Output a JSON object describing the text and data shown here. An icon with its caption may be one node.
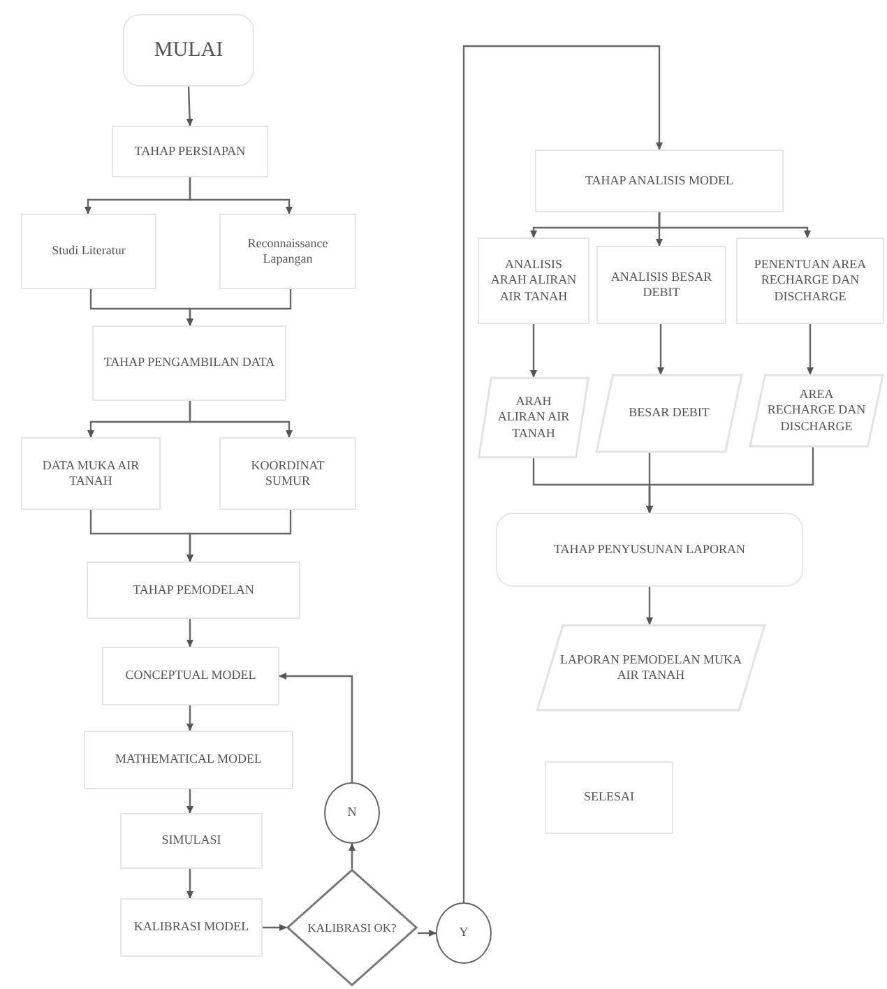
{
  "diagram": {
    "nodes": [
      {
        "text": [
          "MULAI"
        ]
      },
      {
        "text": [
          "TAHAP PERSIAPAN"
        ]
      },
      {
        "text": [
          "Studi Literatur"
        ]
      },
      {
        "text": [
          "Reconnaissance Lapangan"
        ]
      },
      {
        "text": [
          "TAHAP PENGAMBILAN DATA"
        ]
      },
      {
        "text": [
          "DATA MUKA AIR TANAH"
        ]
      },
      {
        "text": [
          "KOORDINAT SUMUR"
        ]
      },
      {
        "text": [
          "TAHAP PEMODELAN"
        ]
      },
      {
        "text": [
          "CONCEPTUAL MODEL"
        ]
      },
      {
        "text": [
          "MATHEMATICAL MODEL"
        ]
      },
      {
        "text": [
          "SIMULASI"
        ]
      },
      {
        "text": [
          "KALIBRASI MODEL"
        ]
      },
      {
        "text": [
          "KALIBRASI OK?"
        ]
      },
      {
        "text": [
          "N"
        ]
      },
      {
        "text": [
          "Y"
        ]
      },
      {
        "text": [
          "TAHAP ANALISIS MODEL"
        ]
      },
      {
        "text": [
          "ANALISIS ARAH ALIRAN AIR TANAH"
        ]
      },
      {
        "text": [
          "ANALISIS BESAR DEBIT"
        ]
      },
      {
        "text": [
          "PENENTUAN AREA RECHARGE DAN DISCHARGE"
        ]
      },
      {
        "text": [
          "ARAH ALIRAN AIR TANAH"
        ]
      },
      {
        "text": [
          "BESAR DEBIT"
        ]
      },
      {
        "text": [
          "AREA RECHARGE DAN DISCHARGE"
        ]
      },
      {
        "text": [
          "TAHAP PENYUSUNAN LAPORAN"
        ]
      },
      {
        "text": [
          "LAPORAN PEMODELAN MUKA AIR TANAH"
        ]
      },
      {
        "text": [
          "SELESAI"
        ]
      }
    ],
    "edges": [
      {
        "from": 0,
        "to": 1,
        "arrow": "to"
      },
      {
        "from": 1,
        "to": 2,
        "arrow": "to"
      },
      {
        "from": 1,
        "to": 3,
        "arrow": "to"
      },
      {
        "from": 2,
        "to": 4,
        "arrow": "to"
      },
      {
        "from": 3,
        "to": 4,
        "arrow": "to"
      },
      {
        "from": 4,
        "to": 5,
        "arrow": "to"
      },
      {
        "from": 4,
        "to": 6,
        "arrow": "to"
      },
      {
        "from": 5,
        "to": 7,
        "arrow": "to"
      },
      {
        "from": 6,
        "to": 7,
        "arrow": "to"
      },
      {
        "from": 7,
        "to": 8,
        "arrow": "to"
      },
      {
        "from": 8,
        "to": 9,
        "arrow": "to"
      },
      {
        "from": 9,
        "to": 10,
        "arrow": "to"
      },
      {
        "from": 10,
        "to": 11,
        "arrow": "to"
      },
      {
        "from": 11,
        "to": 12,
        "arrow": "to"
      },
      {
        "from": 12,
        "to": 13,
        "arrow": "to"
      },
      {
        "from": 13,
        "to": 8,
        "arrow": "to"
      },
      {
        "from": 12,
        "to": 14,
        "arrow": "to"
      },
      {
        "from": 14,
        "to": 15,
        "arrow": "to"
      },
      {
        "from": 15,
        "to": 16,
        "arrow": "to"
      },
      {
        "from": 15,
        "to": 17,
        "arrow": "to"
      },
      {
        "from": 15,
        "to": 18,
        "arrow": "to"
      },
      {
        "from": 16,
        "to": 19,
        "arrow": "to"
      },
      {
        "from": 17,
        "to": 20,
        "arrow": "to"
      },
      {
        "from": 18,
        "to": 21,
        "arrow": "to"
      },
      {
        "from": 19,
        "to": 22,
        "arrow": "to"
      },
      {
        "from": 20,
        "to": 22,
        "arrow": "to"
      },
      {
        "from": 21,
        "to": 22,
        "arrow": "to"
      },
      {
        "from": 22,
        "to": 23,
        "arrow": "to"
      }
    ]
  }
}
